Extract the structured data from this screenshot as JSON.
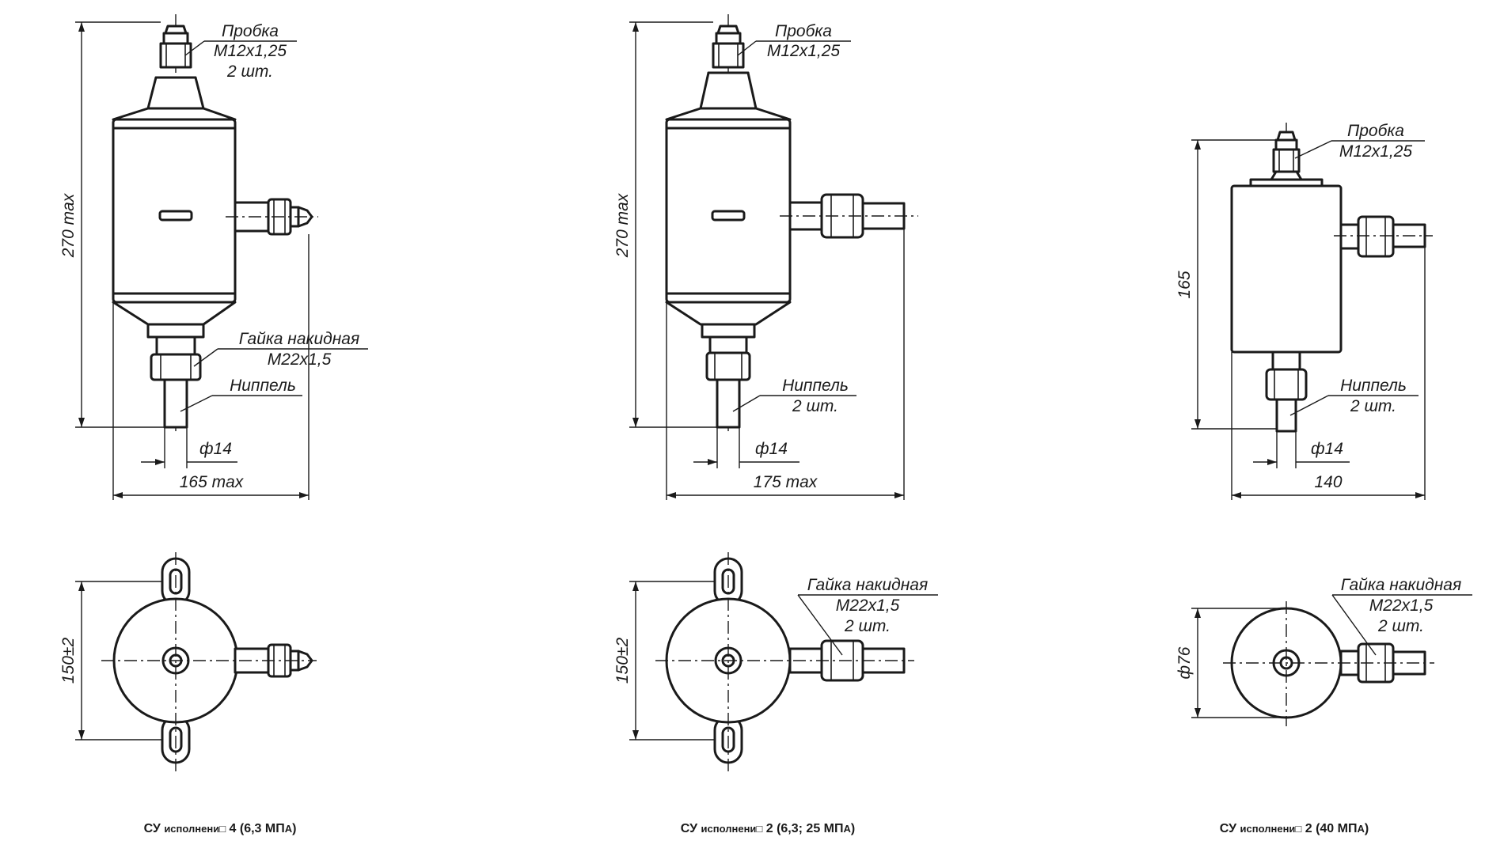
{
  "variants": [
    {
      "front": {
        "plug_label": [
          "Пробка",
          "М12х1,25",
          "2 шт."
        ],
        "nut_label": [
          "Гайка накидная",
          "М22х1,5"
        ],
        "nipple_label": [
          "Ниппель"
        ],
        "height_dim": "270 max",
        "diameter_dim": "ф14",
        "width_dim": "165 max"
      },
      "top": {
        "mount_dim": "150±2"
      },
      "caption": {
        "prefix": "СУ",
        "word": "исполнени",
        "missing_glyph": "□",
        "number": "4",
        "pressure": "(6,3 МП",
        "unit_tail": "А",
        "close": ")"
      }
    },
    {
      "front": {
        "plug_label": [
          "Пробка",
          "М12х1,25"
        ],
        "nipple_label": [
          "Ниппель",
          "2 шт."
        ],
        "height_dim": "270 max",
        "diameter_dim": "ф14",
        "width_dim": "175 max"
      },
      "top": {
        "nut_label": [
          "Гайка накидная",
          "М22х1,5",
          "2 шт."
        ],
        "mount_dim": "150±2"
      },
      "caption": {
        "prefix": "СУ",
        "word": "исполнени",
        "missing_glyph": "□",
        "number": "2",
        "pressure": "(6,3; 25 МП",
        "unit_tail": "А",
        "close": ")"
      }
    },
    {
      "front": {
        "plug_label": [
          "Пробка",
          "М12х1,25"
        ],
        "nipple_label": [
          "Ниппель",
          "2 шт."
        ],
        "height_dim": "165",
        "diameter_dim": "ф14",
        "width_dim": "140"
      },
      "top": {
        "nut_label": [
          "Гайка накидная",
          "М22х1,5",
          "2 шт."
        ],
        "diameter_dim": "ф76"
      },
      "caption": {
        "prefix": "СУ",
        "word": "исполнени",
        "missing_glyph": "□",
        "number": "2",
        "pressure": "(40 МП",
        "unit_tail": "А",
        "close": ")"
      }
    }
  ]
}
